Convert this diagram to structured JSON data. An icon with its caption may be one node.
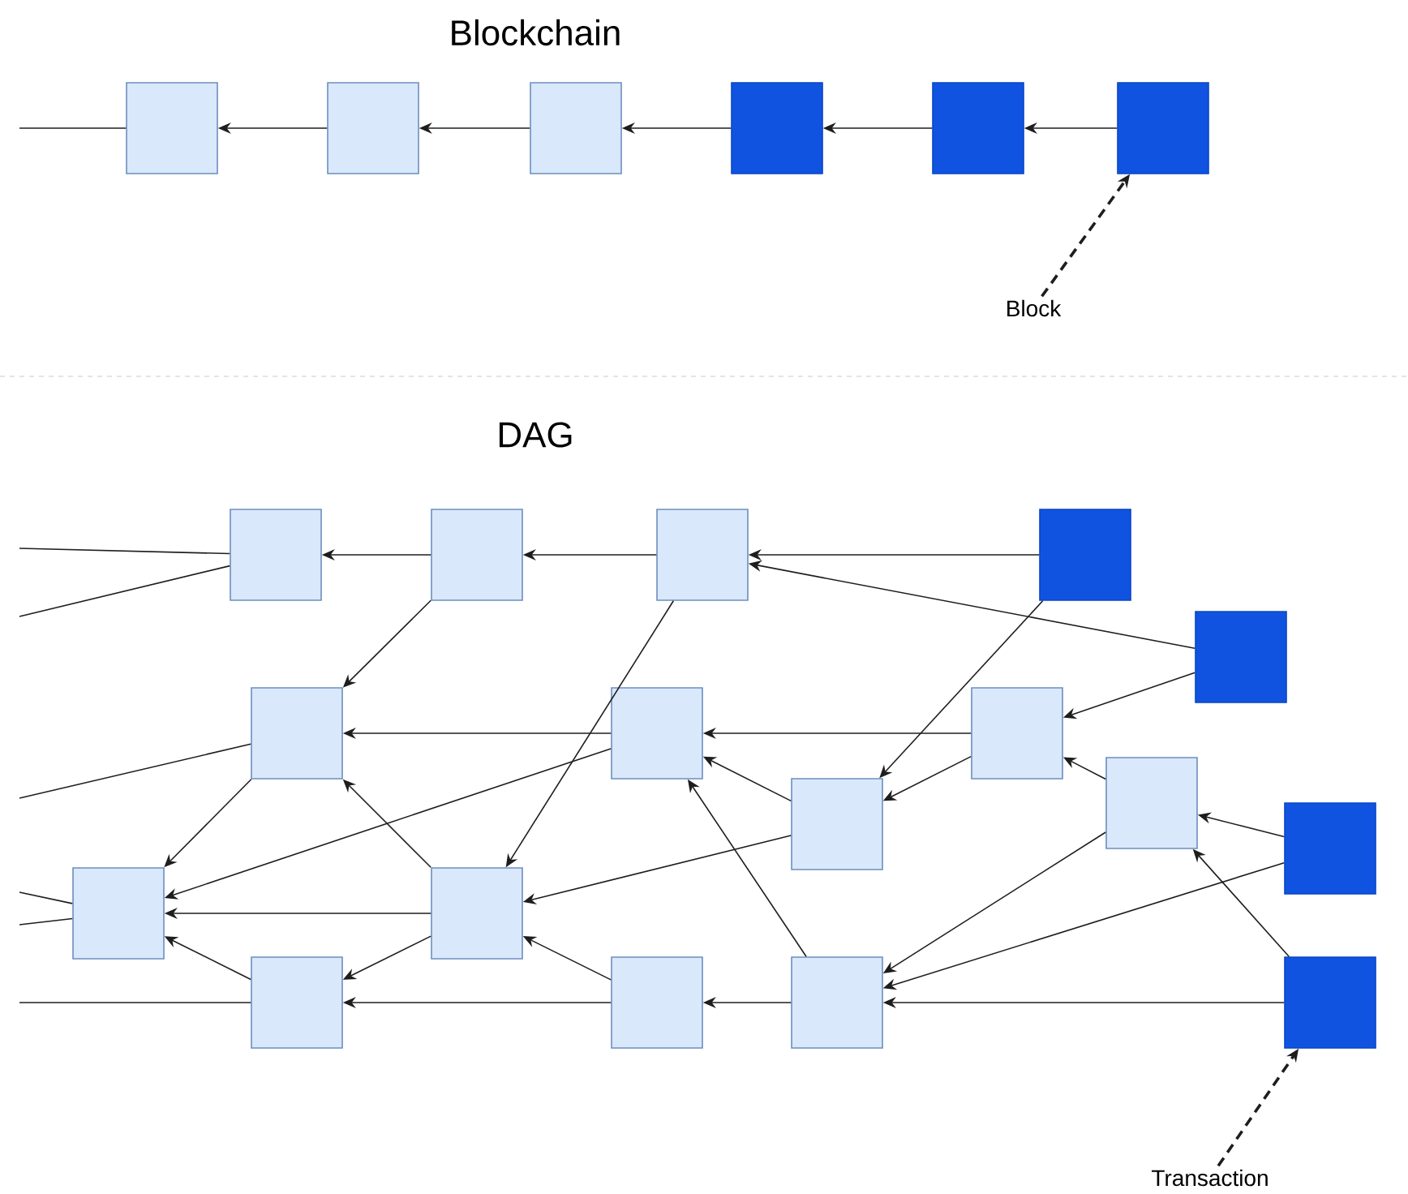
{
  "diagram": {
    "nodes": [
      {
        "text": [],
        "shape": "box"
      },
      {
        "text": [],
        "shape": "box"
      },
      {
        "text": [],
        "shape": "box"
      },
      {
        "text": [],
        "shape": "box"
      },
      {
        "text": [],
        "shape": "box"
      },
      {
        "text": [],
        "shape": "box"
      },
      {
        "text": [
          "Block"
        ]
      },
      {
        "text": [],
        "shape": "box"
      },
      {
        "text": [],
        "shape": "box"
      },
      {
        "text": [],
        "shape": "box"
      },
      {
        "text": [],
        "shape": "box"
      },
      {
        "text": [],
        "shape": "box"
      },
      {
        "text": [],
        "shape": "box"
      },
      {
        "text": [],
        "shape": "box"
      },
      {
        "text": [],
        "shape": "box"
      },
      {
        "text": [],
        "shape": "box"
      },
      {
        "text": [],
        "shape": "box"
      },
      {
        "text": [],
        "shape": "box"
      },
      {
        "text": [],
        "shape": "box"
      },
      {
        "text": [],
        "shape": "box"
      },
      {
        "text": [],
        "shape": "box"
      },
      {
        "text": [],
        "shape": "box"
      },
      {
        "text": [],
        "shape": "box"
      },
      {
        "text": [],
        "shape": "box"
      },
      {
        "text": [
          "Transaction"
        ]
      }
    ],
    "edges": [
      {
        "from": 0,
        "to": null,
        "arrow": "none"
      },
      {
        "from": 1,
        "to": 0,
        "arrow": "to"
      },
      {
        "from": 2,
        "to": 1,
        "arrow": "to"
      },
      {
        "from": 3,
        "to": 2,
        "arrow": "to"
      },
      {
        "from": 4,
        "to": 3,
        "arrow": "to"
      },
      {
        "from": 5,
        "to": 4,
        "arrow": "to"
      },
      {
        "from": 6,
        "to": 5,
        "arrow": "to",
        "style": "dashed"
      },
      {
        "from": 7,
        "to": null,
        "arrow": "none"
      },
      {
        "from": 7,
        "to": null,
        "arrow": "none"
      },
      {
        "from": 8,
        "to": 7,
        "arrow": "to"
      },
      {
        "from": 9,
        "to": 8,
        "arrow": "to"
      },
      {
        "from": 10,
        "to": 9,
        "arrow": "to"
      },
      {
        "from": 11,
        "to": 9,
        "arrow": "to"
      },
      {
        "from": 10,
        "to": 15,
        "arrow": "to"
      },
      {
        "from": 11,
        "to": 14,
        "arrow": "to"
      },
      {
        "from": 8,
        "to": 12,
        "arrow": "to"
      },
      {
        "from": 9,
        "to": 19,
        "arrow": "to"
      },
      {
        "from": 12,
        "to": null,
        "arrow": "none"
      },
      {
        "from": 13,
        "to": 12,
        "arrow": "to"
      },
      {
        "from": 13,
        "to": 18,
        "arrow": "to"
      },
      {
        "from": 14,
        "to": 13,
        "arrow": "to"
      },
      {
        "from": 14,
        "to": 15,
        "arrow": "to"
      },
      {
        "from": 15,
        "to": 13,
        "arrow": "to"
      },
      {
        "from": 15,
        "to": 19,
        "arrow": "to"
      },
      {
        "from": 16,
        "to": 14,
        "arrow": "to"
      },
      {
        "from": 16,
        "to": 22,
        "arrow": "to"
      },
      {
        "from": 17,
        "to": 16,
        "arrow": "to"
      },
      {
        "from": 17,
        "to": 22,
        "arrow": "to"
      },
      {
        "from": 18,
        "to": null,
        "arrow": "none"
      },
      {
        "from": 18,
        "to": null,
        "arrow": "none"
      },
      {
        "from": 12,
        "to": 18,
        "arrow": "to"
      },
      {
        "from": 19,
        "to": 18,
        "arrow": "to"
      },
      {
        "from": 19,
        "to": 20,
        "arrow": "to"
      },
      {
        "from": 19,
        "to": 12,
        "arrow": "to"
      },
      {
        "from": 20,
        "to": null,
        "arrow": "none"
      },
      {
        "from": 20,
        "to": 18,
        "arrow": "to"
      },
      {
        "from": 21,
        "to": 19,
        "arrow": "to"
      },
      {
        "from": 21,
        "to": 20,
        "arrow": "to"
      },
      {
        "from": 22,
        "to": 21,
        "arrow": "to"
      },
      {
        "from": 22,
        "to": 13,
        "arrow": "to"
      },
      {
        "from": 23,
        "to": 16,
        "arrow": "to"
      },
      {
        "from": 23,
        "to": 22,
        "arrow": "to"
      },
      {
        "from": 24,
        "to": 23,
        "arrow": "to",
        "style": "dashed"
      }
    ],
    "labels": [
      "Blockchain",
      "DAG"
    ]
  }
}
